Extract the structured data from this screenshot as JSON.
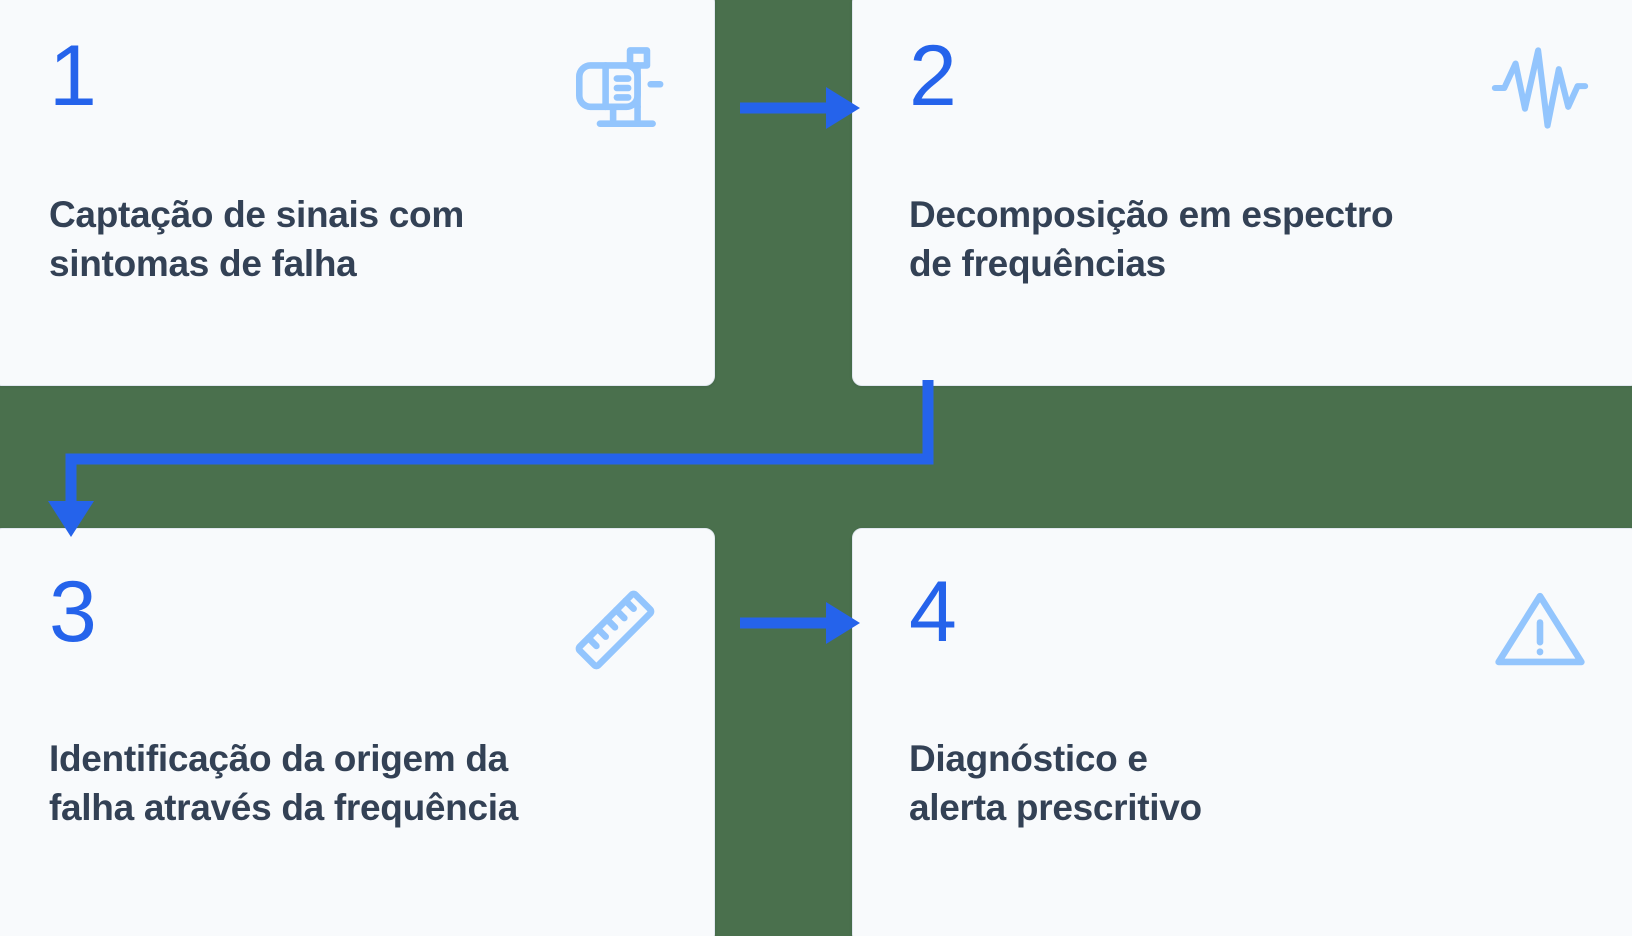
{
  "theme": {
    "background": "#4a704d",
    "card_background": "#f8fafc",
    "card_border": "#e2e8f0",
    "number_color": "#2563eb",
    "title_color": "#334155",
    "icon_color": "#93c5fd",
    "arrow_color": "#2563eb"
  },
  "diagram": {
    "type": "process-flow",
    "flow_order": [
      "1",
      "2",
      "3",
      "4"
    ],
    "steps": [
      {
        "number": "1",
        "title": "Captação de sinais com sintomas de falha",
        "title_lines": "Captação de sinais com\nsintomas de falha",
        "icon": "motor-icon"
      },
      {
        "number": "2",
        "title": "Decomposição em espectro de frequências",
        "title_lines": "Decomposição em espectro\nde frequências",
        "icon": "waveform-icon"
      },
      {
        "number": "3",
        "title": "Identificação da origem da falha através da frequência",
        "title_lines": "Identificação da origem da\nfalha através da frequência",
        "icon": "ruler-icon"
      },
      {
        "number": "4",
        "title": "Diagnóstico e alerta prescritivo",
        "title_lines": "Diagnóstico e\nalerta prescritivo",
        "icon": "warning-triangle-icon"
      }
    ],
    "connectors": [
      {
        "name": "arrow-step1-to-step2",
        "from": "1",
        "to": "2",
        "shape": "horizontal-right"
      },
      {
        "name": "arrow-step2-to-step3",
        "from": "2",
        "to": "3",
        "shape": "elbow-down-left-down"
      },
      {
        "name": "arrow-step3-to-step4",
        "from": "3",
        "to": "4",
        "shape": "horizontal-right"
      }
    ]
  }
}
